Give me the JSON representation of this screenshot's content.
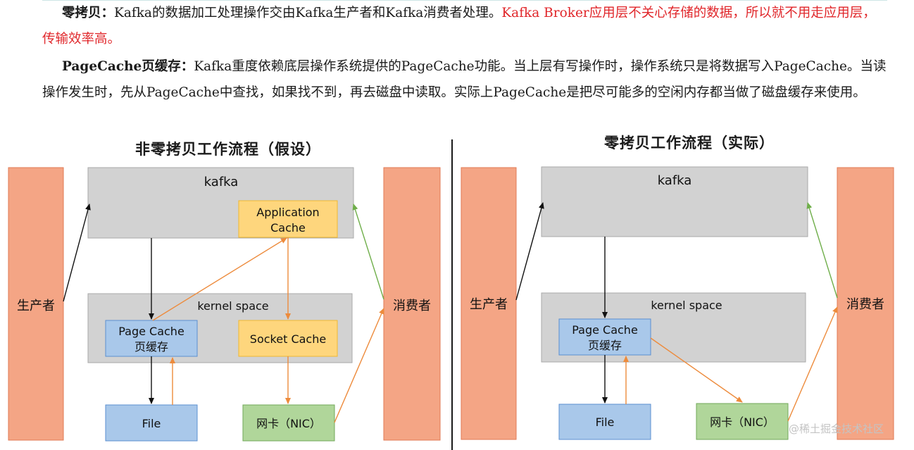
{
  "text": {
    "zero_copy_term": "零拷贝：",
    "zero_copy_body": "Kafka的数据加工处理操作交由Kafka生产者和Kafka消费者处理。",
    "zero_copy_red": "Kafka Broker应用层不关心存储的数据，所以就不用走应用层，传输效率高。",
    "pagecache_term": "PageCache页缓存：",
    "pagecache_body": "Kafka重度依赖底层操作系统提供的PageCache功能。当上层有写操作时，操作系统只是将数据写入PageCache。当读操作发生时，先从PageCache中查找，如果找不到，再去磁盘中读取。实际上PageCache是把尽可能多的空闲内存都当做了磁盘缓存来使用。"
  },
  "diagrams": {
    "left_title": "非零拷贝工作流程（假设）",
    "right_title": "零拷贝工作流程（实际）",
    "labels": {
      "producer": "生产者",
      "consumer": "消费者",
      "kafka": "kafka",
      "kernel": "kernel space",
      "app_cache_1": "Application",
      "app_cache_2": "Cache",
      "page_cache_1": "Page Cache",
      "page_cache_2": "页缓存",
      "socket_cache": "Socket Cache",
      "file": "File",
      "nic": "网卡（NIC）"
    }
  },
  "watermark": "@稀土掘金技术社区",
  "colors": {
    "salmon": "#f4a585",
    "salmon_border": "#e07a55",
    "gray": "#d2d2d2",
    "gray_border": "#a9a9a9",
    "blue": "#a9c8ea",
    "blue_border": "#5b8fd0",
    "yellow": "#fed67d",
    "yellow_border": "#f0b830",
    "green": "#b0d69a",
    "green_border": "#72a85a",
    "orange_arrow": "#ed8b3c",
    "green_arrow": "#6fae4a",
    "black_arrow": "#111111"
  }
}
